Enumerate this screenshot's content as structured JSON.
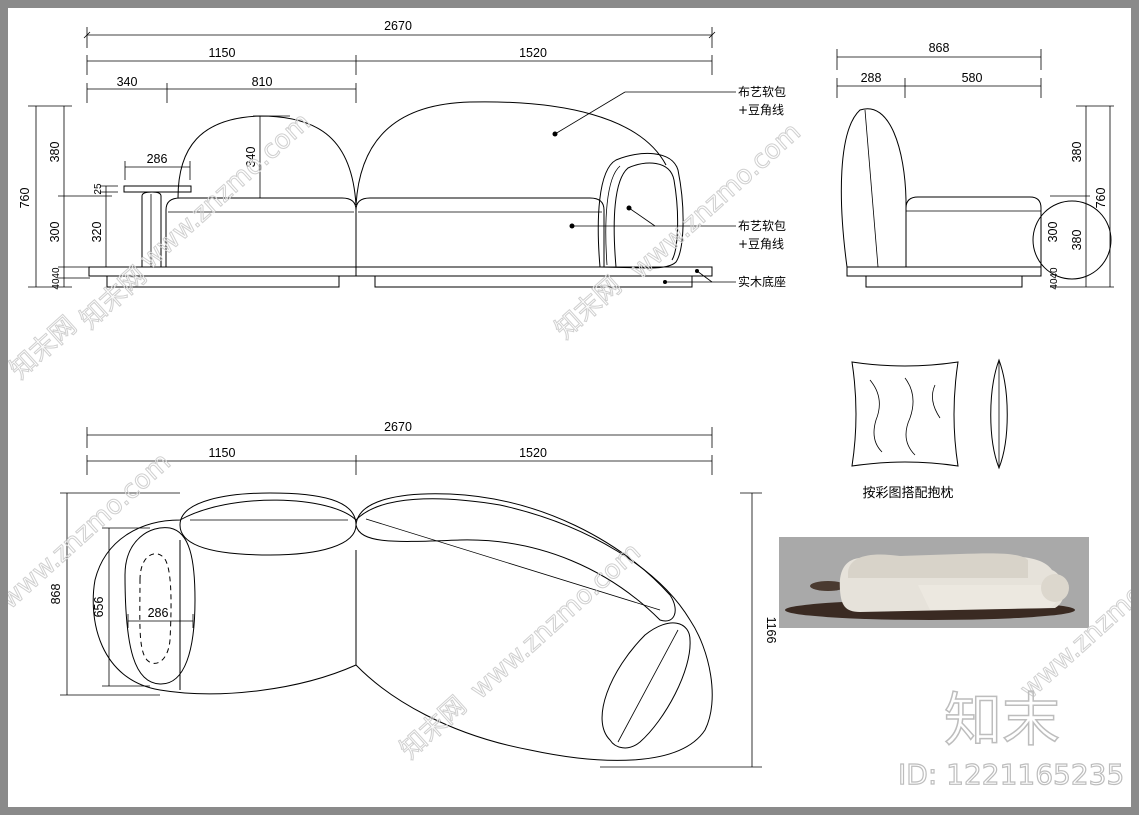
{
  "front_view": {
    "dims_top": [
      "2670",
      "1150",
      "1520",
      "340",
      "810"
    ],
    "side_table_width": "286",
    "back_height": "340",
    "dims_left": [
      "760",
      "380",
      "300",
      "320",
      "25",
      "40",
      "40"
    ]
  },
  "side_view": {
    "dims_top": [
      "868",
      "288",
      "580"
    ],
    "dims_right": [
      "380",
      "760",
      "300",
      "380",
      "40",
      "40"
    ]
  },
  "notes": {
    "fabric_upholstery": "布艺软包",
    "piping": "+豆角线",
    "fabric_upholstery_2": "布艺软包",
    "piping_2": "+豆角线",
    "wood_base": "实木底座"
  },
  "pillow_caption": "按彩图搭配抱枕",
  "plan_view": {
    "dims_top": [
      "2670",
      "1150",
      "1520"
    ],
    "dims_left": [
      "868",
      "656"
    ],
    "inner_width": "286",
    "dims_right": [
      "1166"
    ]
  },
  "watermarks": {
    "site": "www.znzmo.com",
    "brand": "知末",
    "logo_text": "知末网",
    "id": "ID: 1221165235"
  },
  "colors": {
    "frame": "#8a8a8a",
    "sheet": "#ffffff",
    "line": "#000000",
    "watermark": "#cfcfcf",
    "photo_bg": "#a9a9a9"
  }
}
